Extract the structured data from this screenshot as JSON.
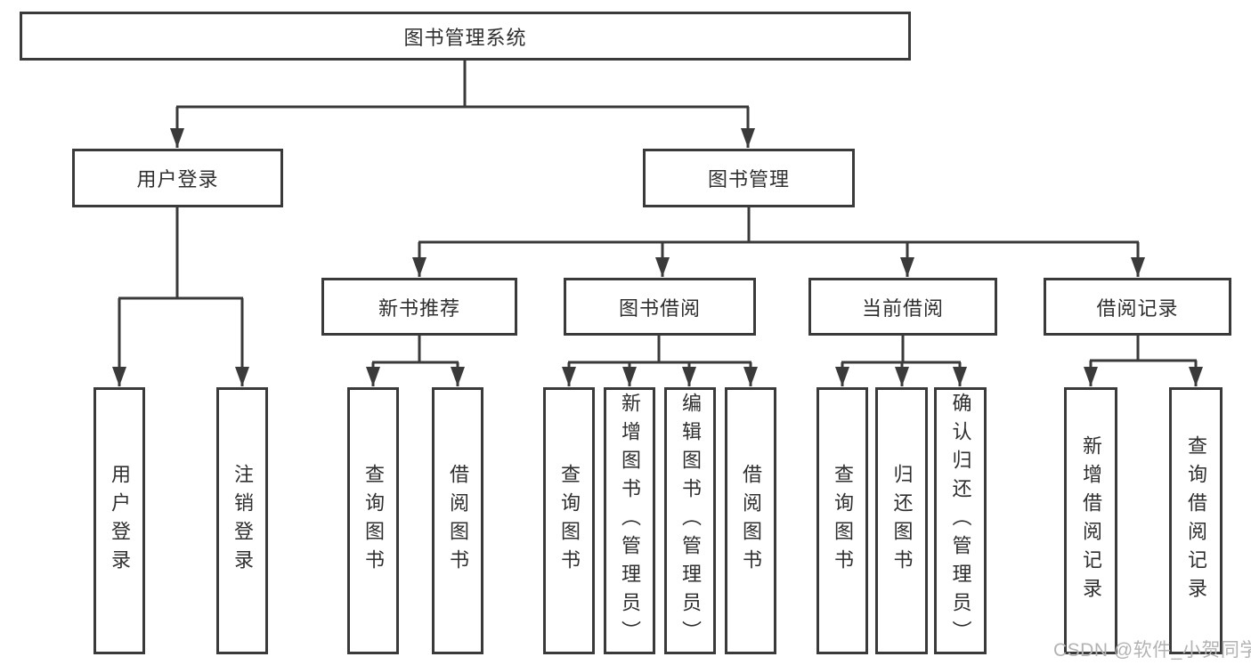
{
  "nodes": {
    "root": "图书管理系统",
    "level2": [
      "用户登录",
      "图书管理"
    ],
    "level3": [
      "新书推荐",
      "图书借阅",
      "当前借阅",
      "借阅记录"
    ],
    "leaves": {
      "user_login": [
        "用户登录",
        "注销登录"
      ],
      "new_book_recommend": [
        "查询图书",
        "借阅图书"
      ],
      "book_borrow": [
        "查询图书",
        "新增图书（管理员）",
        "编辑图书（管理员）",
        "借阅图书"
      ],
      "current_borrow": [
        "查询图书",
        "归还图书",
        "确认归还（管理员）"
      ],
      "borrow_records": [
        "新增借阅记录",
        "查询借阅记录"
      ]
    }
  },
  "watermark": "CSDN @软件_小贺同学",
  "colors": {
    "line": "#3a3a3a",
    "text": "#2f2f2f",
    "watermark": "#b3b3b3",
    "background": "#ffffff"
  }
}
